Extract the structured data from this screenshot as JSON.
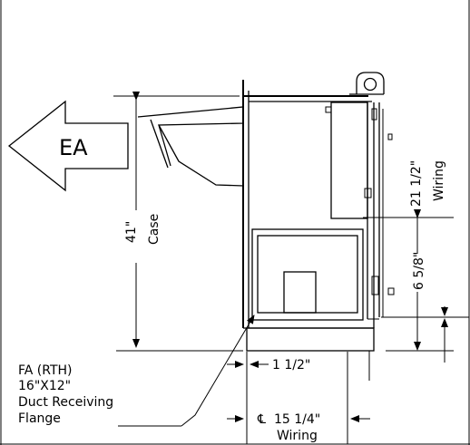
{
  "exhaust_label": "EA",
  "case_height": "41\"",
  "case_word": "Case",
  "wiring_height_1": "21 1/2\"",
  "wiring_word_1": "Wiring",
  "wiring_height_2": "6 5/8\"",
  "flange_offset": "1 1/2\"",
  "fa_label": {
    "line1": "FA (RTH)",
    "line2": "16\"X12\"",
    "line3": "Duct Receiving",
    "line4": "Flange"
  },
  "wiring_width": "15 1/4\"",
  "wiring_word_2": "Wiring",
  "centerline_symbol": "℄"
}
